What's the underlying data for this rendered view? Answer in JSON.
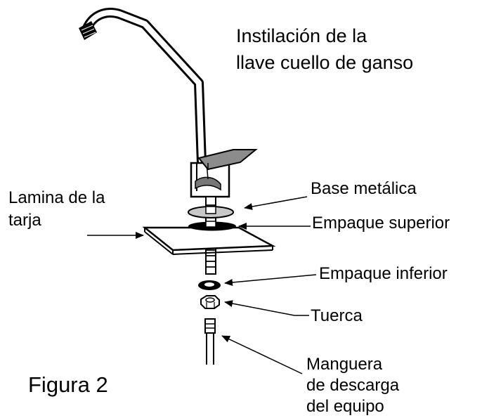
{
  "figure": {
    "title_line1": "Instilación de la",
    "title_line2": "llave cuello de ganso",
    "caption": "Figura 2"
  },
  "labels": {
    "sink_plate_line1": "Lamina de la",
    "sink_plate_line2": "tarja",
    "metal_base": "Base metálica",
    "upper_gasket": "Empaque superior",
    "lower_gasket": "Empaque inferior",
    "nut": "Tuerca",
    "hose_line1": "Manguera",
    "hose_line2": "de descarga",
    "hose_line3": "del equipo"
  },
  "colors": {
    "ink": "#000000",
    "faucet_fill": "#ffffff",
    "handle_fill": "#8c8c8c",
    "washer_fill": "#c8c8c8"
  }
}
